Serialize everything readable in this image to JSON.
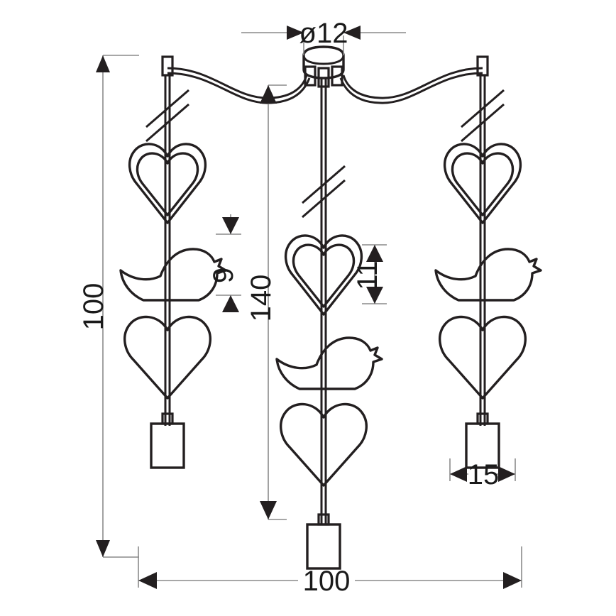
{
  "drawing": {
    "title": "pendant-lamp-dimension-drawing",
    "units": "cm",
    "line_color": "#231f20",
    "background_color": "#ffffff"
  },
  "dimensions": {
    "canopy_diameter": {
      "label": "ø12",
      "value": 12,
      "symbol": "ø",
      "orientation": "horizontal",
      "arrows": "inward"
    },
    "overall_height": {
      "label": "100",
      "value": 100,
      "orientation": "vertical",
      "arrows": "outward"
    },
    "ornament_gap": {
      "label": "9",
      "value": 9,
      "orientation": "vertical",
      "arrows": "inward"
    },
    "drop_length": {
      "label": "140",
      "value": 140,
      "orientation": "vertical",
      "arrows": "outward"
    },
    "ornament_width": {
      "label": "11",
      "value": 11,
      "orientation": "vertical",
      "arrows": "outward"
    },
    "socket_width": {
      "label": "15",
      "value": 15,
      "orientation": "horizontal",
      "arrows": "inward"
    },
    "overall_width": {
      "label": "100",
      "value": 100,
      "orientation": "horizontal",
      "arrows": "outward"
    }
  },
  "components": {
    "canopy": "ceiling-canopy-cylinder",
    "pendants": [
      {
        "name": "left-pendant",
        "ornaments": [
          "double-heart",
          "bird",
          "heart"
        ],
        "socket": "lamp-socket"
      },
      {
        "name": "center-pendant",
        "ornaments": [
          "double-heart",
          "bird",
          "heart"
        ],
        "socket": "lamp-socket"
      },
      {
        "name": "right-pendant",
        "ornaments": [
          "double-heart",
          "bird",
          "heart"
        ],
        "socket": "lamp-socket"
      }
    ],
    "cables": [
      "left-draped-cable",
      "center-straight-cable",
      "right-draped-cable"
    ],
    "break_marks": 3,
    "wall_clips": 2
  }
}
